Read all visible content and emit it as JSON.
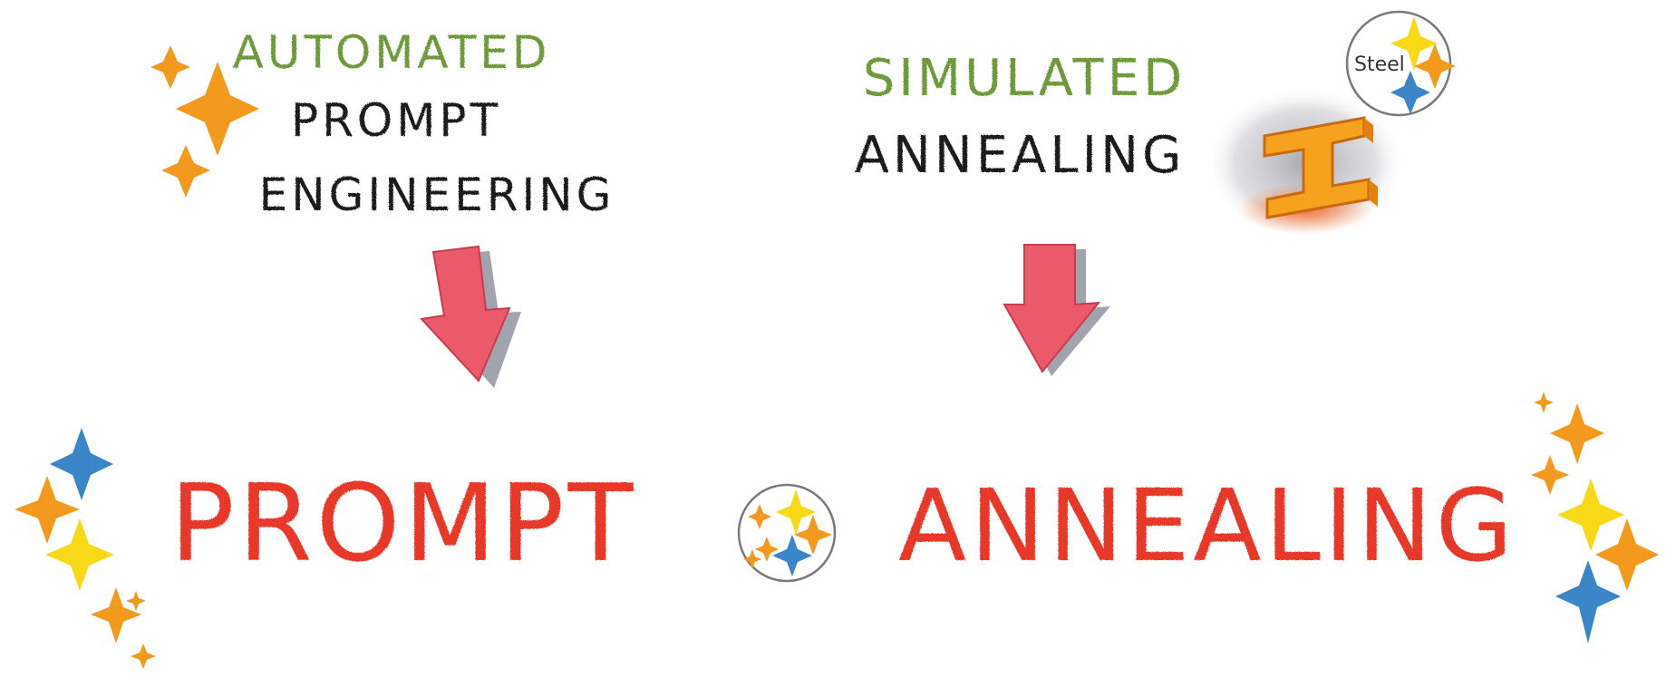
{
  "inputs": [
    {
      "id": "ape",
      "lines": [
        {
          "text": "AUTOMATED",
          "color": "#6e9a3a"
        },
        {
          "text": "PROMPT",
          "color": "#1f1f1f"
        },
        {
          "text": "ENGINEERING",
          "color": "#1f1f1f"
        }
      ]
    },
    {
      "id": "sa",
      "lines": [
        {
          "text": "SIMULATED",
          "color": "#6e9a3a"
        },
        {
          "text": "ANNEALING",
          "color": "#1f1f1f"
        }
      ],
      "badge": "Steel"
    }
  ],
  "output": {
    "word1": "PROMPT",
    "word2": "ANNEALING",
    "color": "#e8392b"
  },
  "colors": {
    "sparkle_orange": "#f39a1e",
    "sparkle_yellow": "#f7d917",
    "sparkle_blue": "#3a86c8",
    "arrow": "#ea5a6a",
    "arrow_shadow": "#555a6a",
    "steel_beam": "#f7a21e",
    "smoke": "#7a7a82",
    "glow": "#ff6a2a"
  },
  "icons": [
    "sparkle-icon",
    "steelmark-logo",
    "steel-beam-icon",
    "down-arrow-icon"
  ]
}
